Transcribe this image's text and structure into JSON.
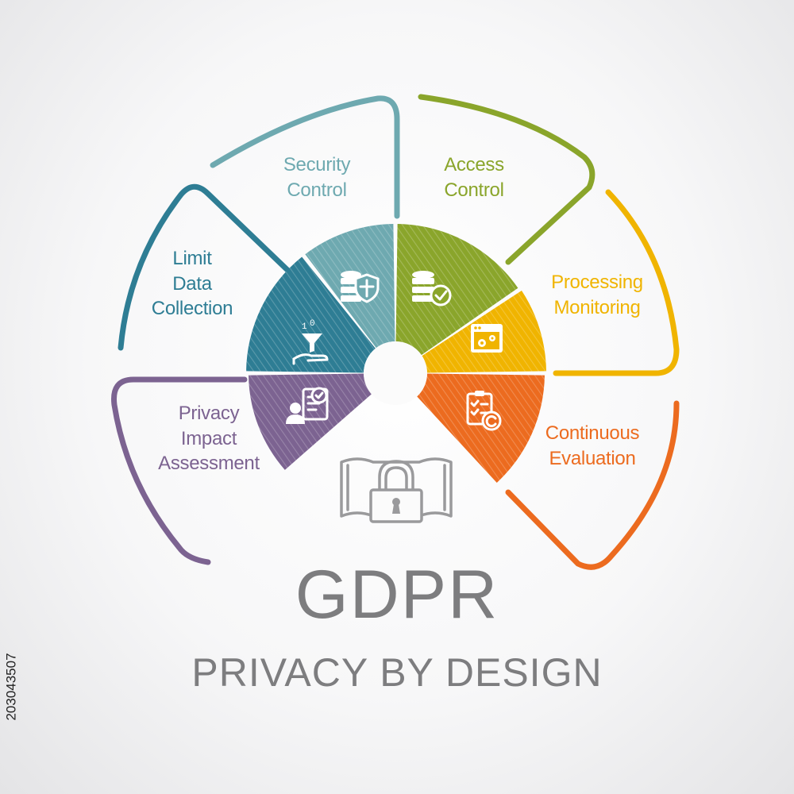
{
  "title": "GDPR",
  "subtitle": "PRIVACY BY DESIGN",
  "stock_id": "203043507",
  "center_icon": "padlock-blueprint-icon",
  "segments": [
    {
      "id": "privacy-impact-assessment",
      "lines": [
        "Privacy",
        "Impact",
        "Assessment"
      ],
      "color": "#7c6391",
      "icon": "user-checklist-icon"
    },
    {
      "id": "limit-data-collection",
      "lines": [
        "Limit",
        "Data",
        "Collection"
      ],
      "color": "#2e7d94",
      "icon": "funnel-hand-icon"
    },
    {
      "id": "security-control",
      "lines": [
        "Security",
        "Control"
      ],
      "color": "#6ea9b0",
      "icon": "database-shield-icon"
    },
    {
      "id": "access-control",
      "lines": [
        "Access",
        "Control"
      ],
      "color": "#8aa52b",
      "icon": "database-check-icon"
    },
    {
      "id": "processing-monitoring",
      "lines": [
        "Processing",
        "Monitoring"
      ],
      "color": "#f0b400",
      "icon": "browser-gears-icon"
    },
    {
      "id": "continuous-evaluation",
      "lines": [
        "Continuous",
        "Evaluation"
      ],
      "color": "#ec6b1f",
      "icon": "clipboard-refresh-icon"
    }
  ]
}
